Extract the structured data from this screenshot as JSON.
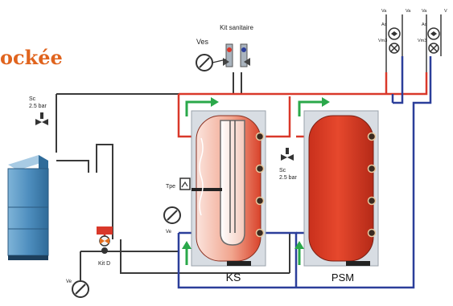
{
  "title_fragment": "ockée",
  "labels": {
    "kit_sanitaire": "Kit sanitaire",
    "ves": "Ves",
    "sc_left_line1": "Sc",
    "sc_left_line2": "2.5 bar",
    "sc_mid_line1": "Sc",
    "sc_mid_line2": "2.5 bar",
    "tpe": "Tpe",
    "ve_left": "Ve",
    "kit_d": "Kit D",
    "ve_bottom": "Ve",
    "ks": "KS",
    "psm": "PSM",
    "valve1_top_left": "Va",
    "valve1_top_right": "Va",
    "valve1_ac": "Ac",
    "valve1_vm": "Vm3",
    "valve2_top_left": "Va",
    "valve2_top_right": "V",
    "valve2_ac": "Ac",
    "valve2_vm": "Vm3"
  },
  "colors": {
    "hot_pipe": "#d9382a",
    "cold_pipe": "#2b3e9a",
    "neutral_pipe": "#3a3a3a",
    "arrow_green": "#2aa84a",
    "tank_fill": "#e24a2a",
    "boiler": "#4f8fbf",
    "title": "#e0641e"
  }
}
